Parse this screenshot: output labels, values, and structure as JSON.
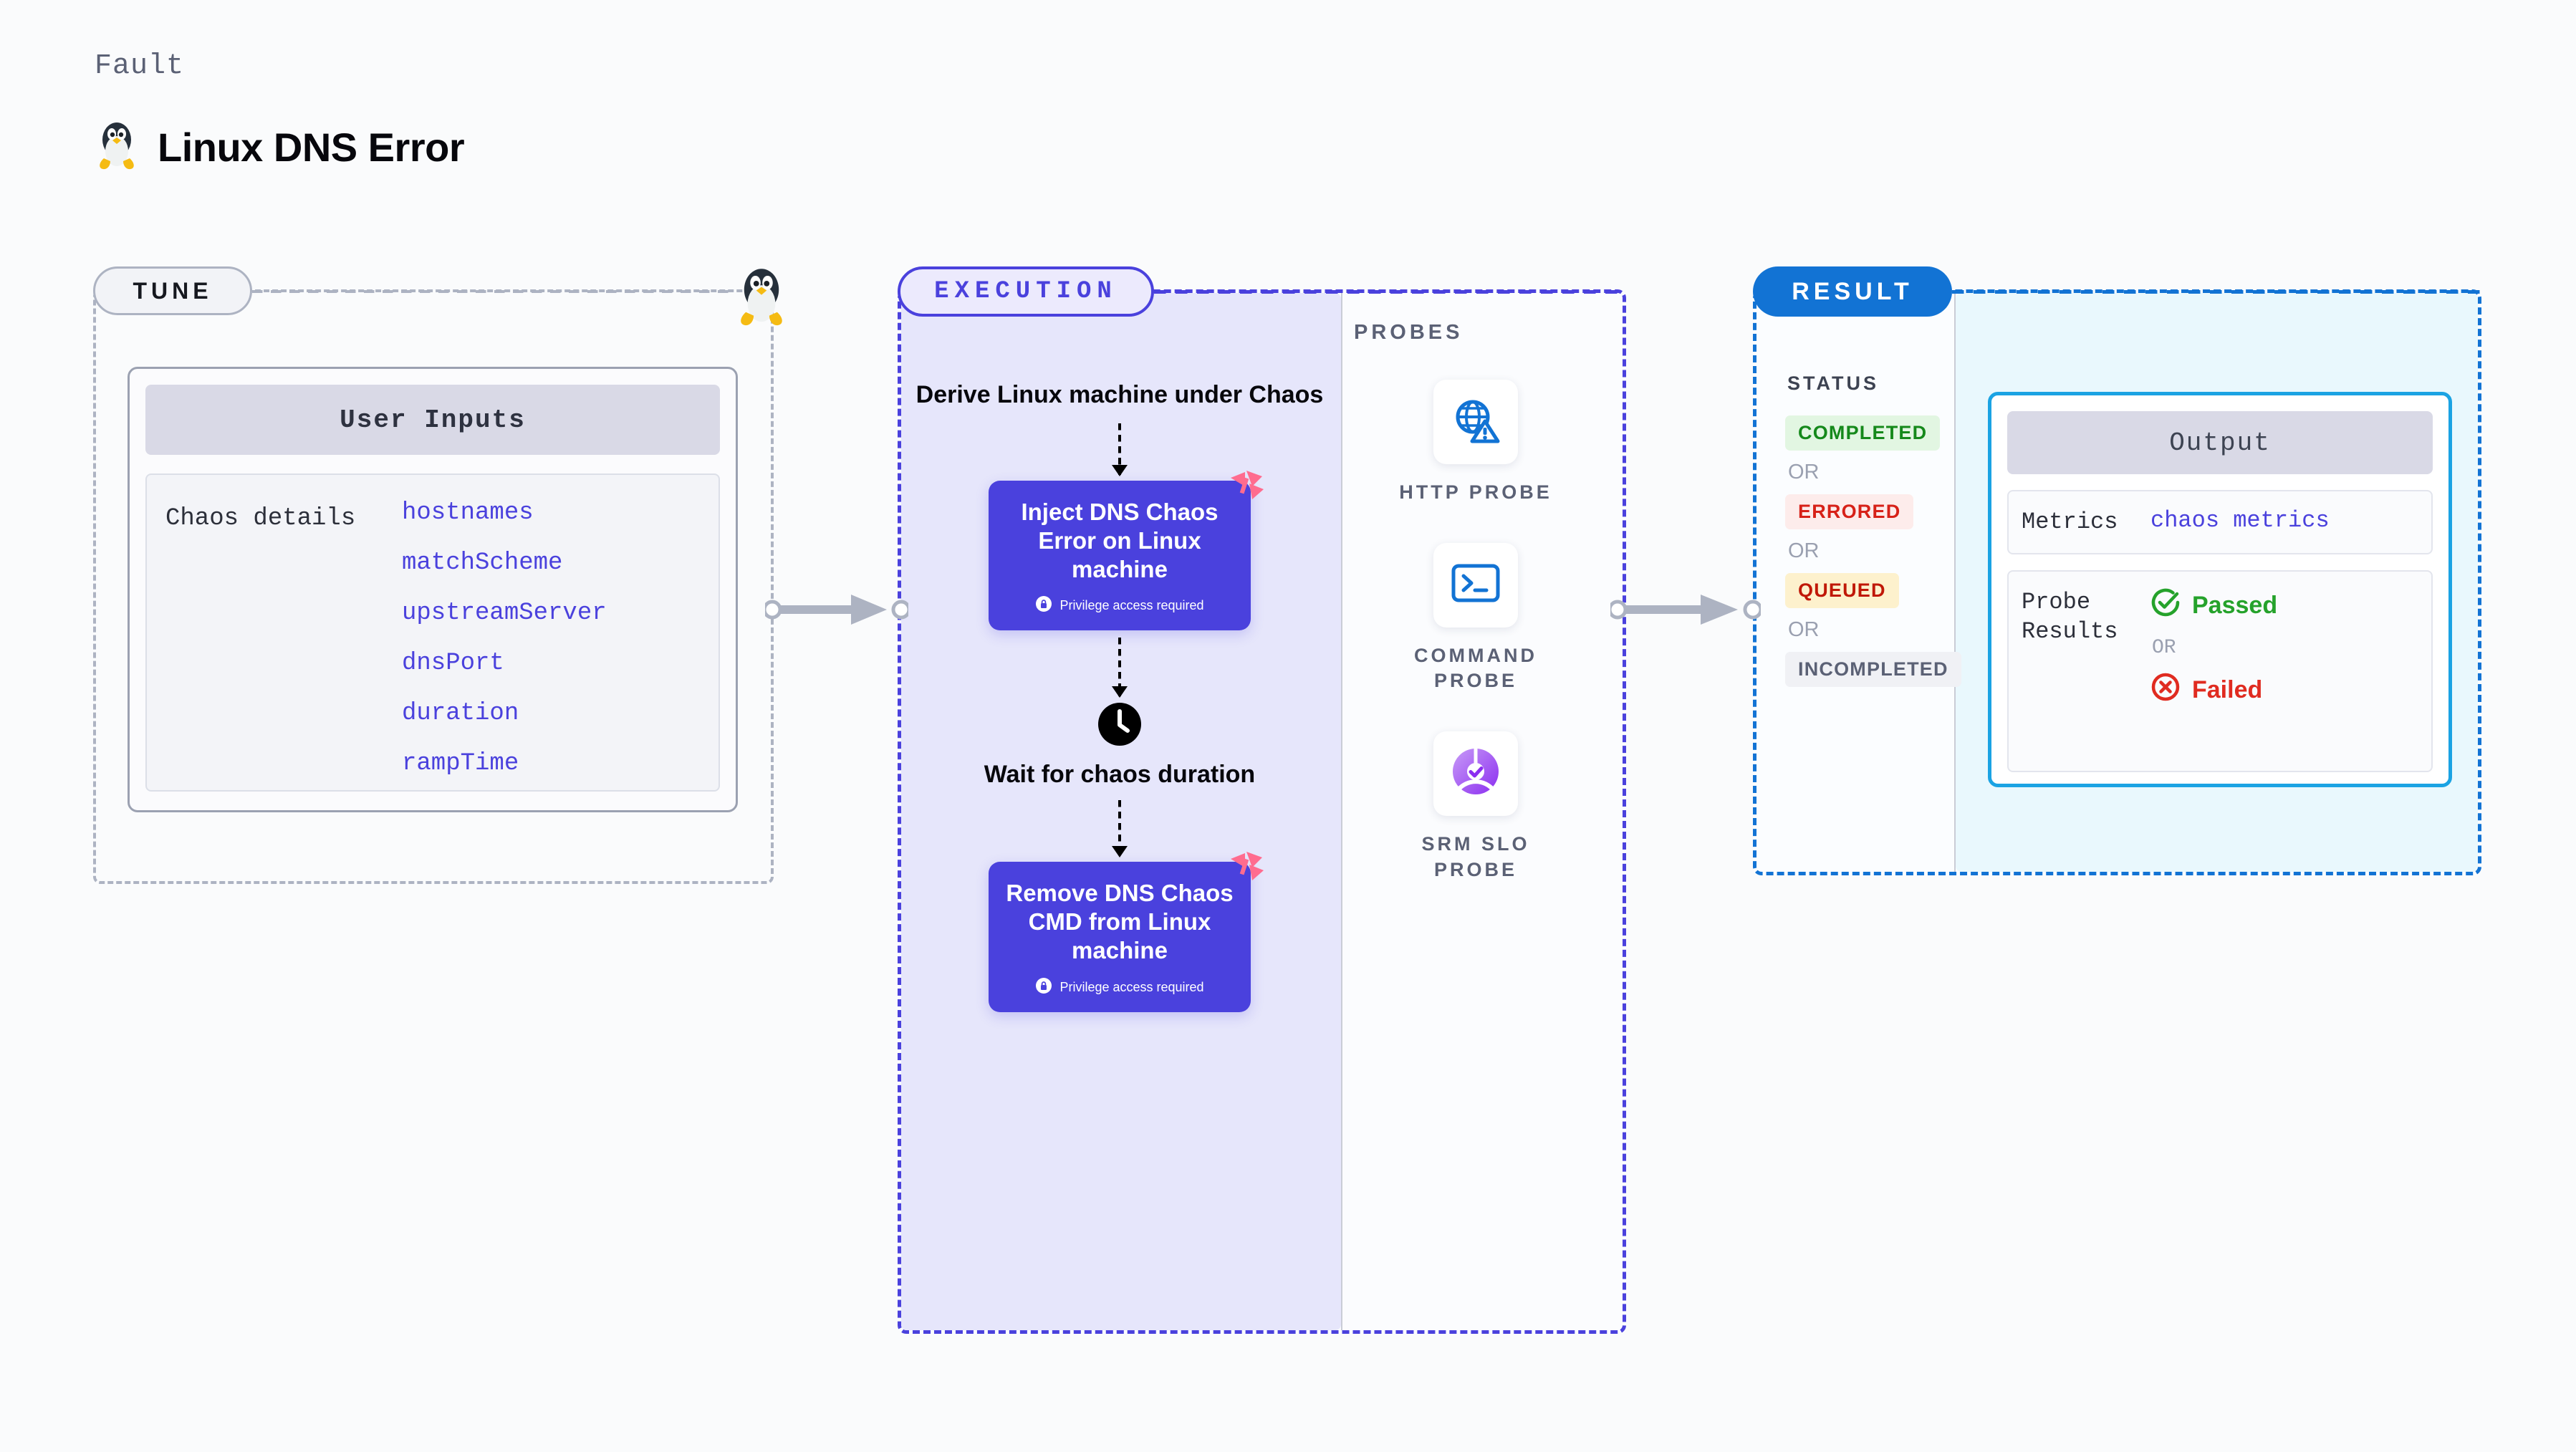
{
  "header": {
    "eyebrow": "Fault",
    "title": "Linux DNS Error",
    "icon": "linux-tux-icon"
  },
  "stages": {
    "tune": {
      "label": "TUNE"
    },
    "execution": {
      "label": "EXECUTION"
    },
    "result": {
      "label": "RESULT"
    }
  },
  "tune": {
    "card_title": "User Inputs",
    "details_label": "Chaos details",
    "parameters": [
      "hostnames",
      "matchScheme",
      "upstreamServer",
      "dnsPort",
      "duration",
      "rampTime"
    ],
    "border_icon": "linux-tux-icon"
  },
  "execution": {
    "steps": [
      {
        "type": "caption",
        "name": "derive-machine-step",
        "text": "Derive Linux machine under Chaos"
      },
      {
        "type": "action",
        "name": "inject-chaos-step",
        "title": "Inject DNS Chaos Error on Linux machine",
        "privilege_note": "Privilege access required",
        "badge": "harness-logo-icon",
        "lock": "lock-icon"
      },
      {
        "type": "wait",
        "name": "wait-step",
        "icon": "clock-icon",
        "text": "Wait for chaos duration"
      },
      {
        "type": "action",
        "name": "remove-chaos-step",
        "title": "Remove DNS Chaos CMD from Linux machine",
        "privilege_note": "Privilege access required",
        "badge": "harness-logo-icon",
        "lock": "lock-icon"
      }
    ]
  },
  "probes": {
    "label": "PROBES",
    "items": [
      {
        "label": "HTTP PROBE",
        "icon": "globe-warning-icon"
      },
      {
        "label": "COMMAND\nPROBE",
        "icon": "terminal-icon"
      },
      {
        "label": "SRM SLO\nPROBE",
        "icon": "slo-donut-check-icon"
      }
    ]
  },
  "result": {
    "status_label": "STATUS",
    "or_label": "OR",
    "statuses": [
      {
        "text": "COMPLETED",
        "bg": "#e2f6e2",
        "fg": "#15891b"
      },
      {
        "text": "ERRORED",
        "bg": "#fdeceb",
        "fg": "#d72118"
      },
      {
        "text": "QUEUED",
        "bg": "#fdf1cd",
        "fg": "#c01808"
      },
      {
        "text": "INCOMPLETED",
        "bg": "#f0f1f5",
        "fg": "#5b6175"
      }
    ],
    "output": {
      "title": "Output",
      "metrics_label": "Metrics",
      "metrics_value": "chaos metrics",
      "probe_results_label": "Probe Results",
      "passed_label": "Passed",
      "failed_label": "Failed",
      "or_label": "OR",
      "passed_icon": "check-circle-icon",
      "failed_icon": "x-circle-icon"
    }
  },
  "colors": {
    "indigo": "#4a41dd",
    "blue": "#1273d4",
    "cyan": "#1ba3e3",
    "gray_border": "#adb3c2",
    "pink": "#ff6c8f",
    "green": "#25a22b",
    "red": "#e02b20"
  }
}
